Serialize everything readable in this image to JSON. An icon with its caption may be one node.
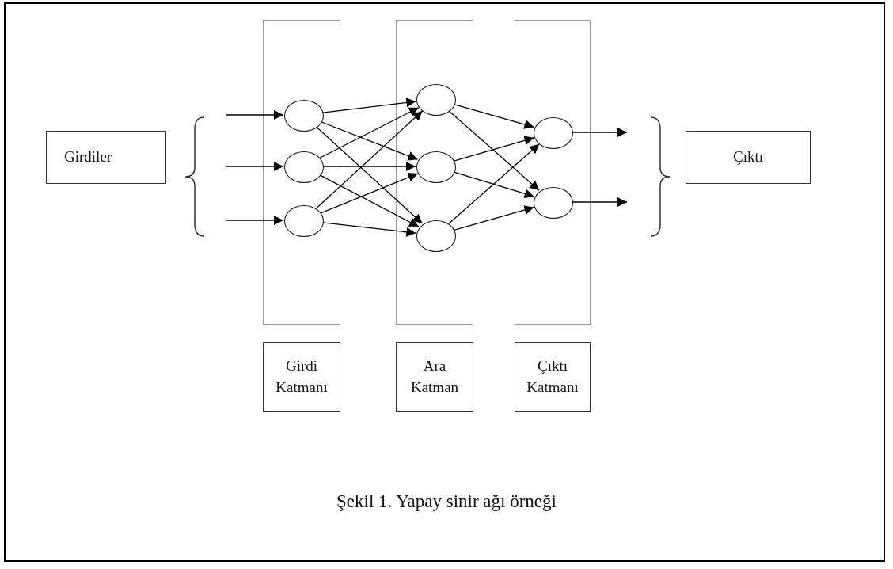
{
  "diagram": {
    "caption": "Şekil 1. Yapay sinir ağı örneği",
    "nodes": [
      {
        "text": [
          "Girdiler"
        ]
      },
      {
        "text": [],
        "shape": "box"
      },
      {
        "text": [],
        "shape": "circle",
        "in": 1
      },
      {
        "text": [],
        "shape": "circle",
        "in": 1
      },
      {
        "text": [],
        "shape": "circle",
        "in": 1
      },
      {
        "text": [],
        "shape": "box"
      },
      {
        "text": [],
        "shape": "circle",
        "in": 5
      },
      {
        "text": [],
        "shape": "circle",
        "in": 5
      },
      {
        "text": [],
        "shape": "circle",
        "in": 5
      },
      {
        "text": [],
        "shape": "box"
      },
      {
        "text": [],
        "shape": "circle",
        "in": 9
      },
      {
        "text": [],
        "shape": "circle",
        "in": 9
      },
      {
        "text": [
          "Çıktı"
        ]
      },
      {
        "text": [
          "Girdi Katmanı"
        ]
      },
      {
        "text": [
          "Ara Katman"
        ]
      },
      {
        "text": [
          "Çıktı Katmanı"
        ]
      }
    ],
    "edges": [
      {
        "from": null,
        "to": 2,
        "arrow": "to"
      },
      {
        "from": null,
        "to": 3,
        "arrow": "to"
      },
      {
        "from": null,
        "to": 4,
        "arrow": "to"
      },
      {
        "from": 2,
        "to": 6,
        "arrow": "to"
      },
      {
        "from": 2,
        "to": 7,
        "arrow": "to"
      },
      {
        "from": 2,
        "to": 8,
        "arrow": "to"
      },
      {
        "from": 3,
        "to": 6,
        "arrow": "to"
      },
      {
        "from": 3,
        "to": 7,
        "arrow": "to"
      },
      {
        "from": 3,
        "to": 8,
        "arrow": "to"
      },
      {
        "from": 4,
        "to": 6,
        "arrow": "to"
      },
      {
        "from": 4,
        "to": 7,
        "arrow": "to"
      },
      {
        "from": 4,
        "to": 8,
        "arrow": "to"
      },
      {
        "from": 6,
        "to": 10,
        "arrow": "to"
      },
      {
        "from": 6,
        "to": 11,
        "arrow": "to"
      },
      {
        "from": 7,
        "to": 10,
        "arrow": "to"
      },
      {
        "from": 7,
        "to": 11,
        "arrow": "to"
      },
      {
        "from": 8,
        "to": 10,
        "arrow": "to"
      },
      {
        "from": 8,
        "to": 11,
        "arrow": "to"
      },
      {
        "from": 10,
        "to": null,
        "arrow": "to"
      },
      {
        "from": 11,
        "to": null,
        "arrow": "to"
      }
    ]
  }
}
